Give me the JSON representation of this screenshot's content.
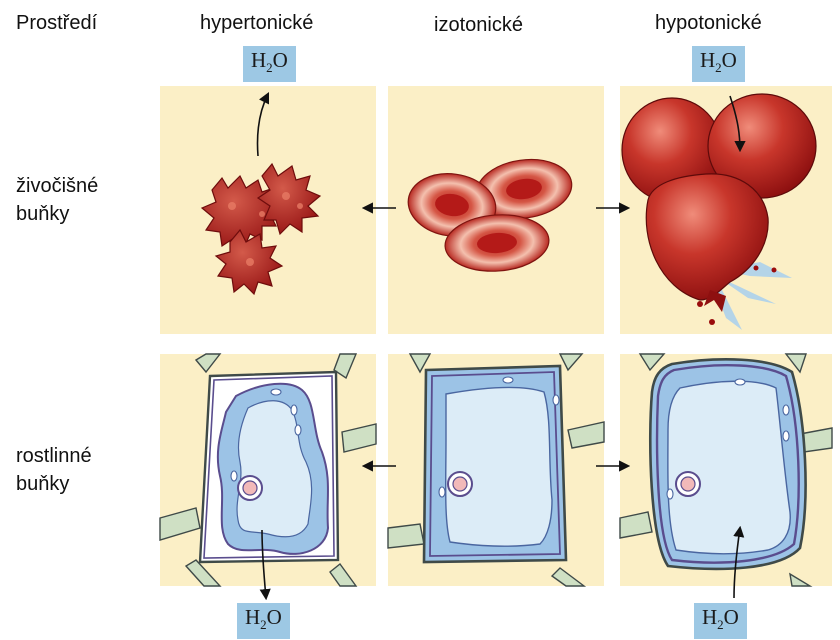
{
  "header": {
    "row_header": "Prostředí",
    "columns": [
      "hypertonické",
      "izotonické",
      "hypotonické"
    ]
  },
  "rows": [
    {
      "line1": "živočišné",
      "line2": "buňky"
    },
    {
      "line1": "rostlinné",
      "line2": "buňky"
    }
  ],
  "water": {
    "base": "H",
    "sub": "2",
    "tail": "O"
  },
  "colors": {
    "panel_bg": "#fbefc6",
    "wall_gap": "#cfe0c4",
    "wall_outline": "#3f4a48",
    "vacuole": "#dcecf7",
    "cytoplasm": "#9cc3e6",
    "membrane": "#5a4d8e",
    "rbc_dark": "#a41616",
    "rbc_mid": "#cf4b3d",
    "rbc_light": "#f3b7a5",
    "water_label_bg": "#9dc8e4",
    "nucleus": "#f2b9b9"
  }
}
